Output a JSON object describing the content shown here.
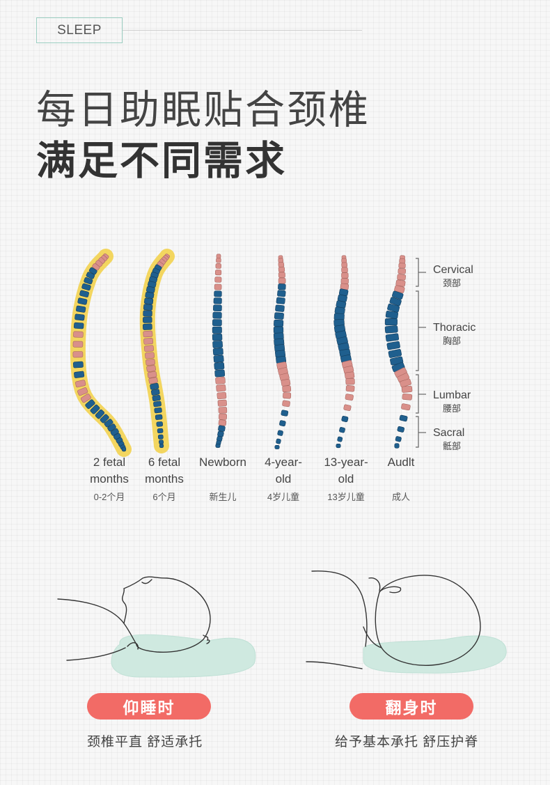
{
  "badge": "SLEEP",
  "title_line1": "每日助眠贴合颈椎",
  "title_line2": "满足不同需求",
  "stages": [
    {
      "en_line1": "2 fetal",
      "en_line2": "months",
      "cn": "0-2个月"
    },
    {
      "en_line1": "6 fetal",
      "en_line2": "months",
      "cn": "6个月"
    },
    {
      "en_line1": "Newborn",
      "en_line2": "",
      "cn": "新生儿"
    },
    {
      "en_line1": "4-year-",
      "en_line2": "old",
      "cn": "4岁儿童"
    },
    {
      "en_line1": "13-year-",
      "en_line2": "old",
      "cn": "13岁儿童"
    },
    {
      "en_line1": "Audlt",
      "en_line2": "",
      "cn": "成人"
    }
  ],
  "regions": [
    {
      "en": "Cervical",
      "cn": "颈部"
    },
    {
      "en": "Thoracic",
      "cn": "胸部"
    },
    {
      "en": "Lumbar",
      "cn": "腰部"
    },
    {
      "en": "Sacral",
      "cn": "骶部"
    }
  ],
  "positions": [
    {
      "pill": "仰睡时",
      "caption": "颈椎平直  舒适承托"
    },
    {
      "pill": "翻身时",
      "caption": "给予基本承托  舒压护脊"
    }
  ],
  "colors": {
    "accent": "#f26b66",
    "badge_border": "#9bcfc2",
    "vertebra_blue": "#1f5f8e",
    "vertebra_pink": "#d9908a",
    "fetal_glow": "#f2d24f",
    "pillow": "#cde9df"
  }
}
